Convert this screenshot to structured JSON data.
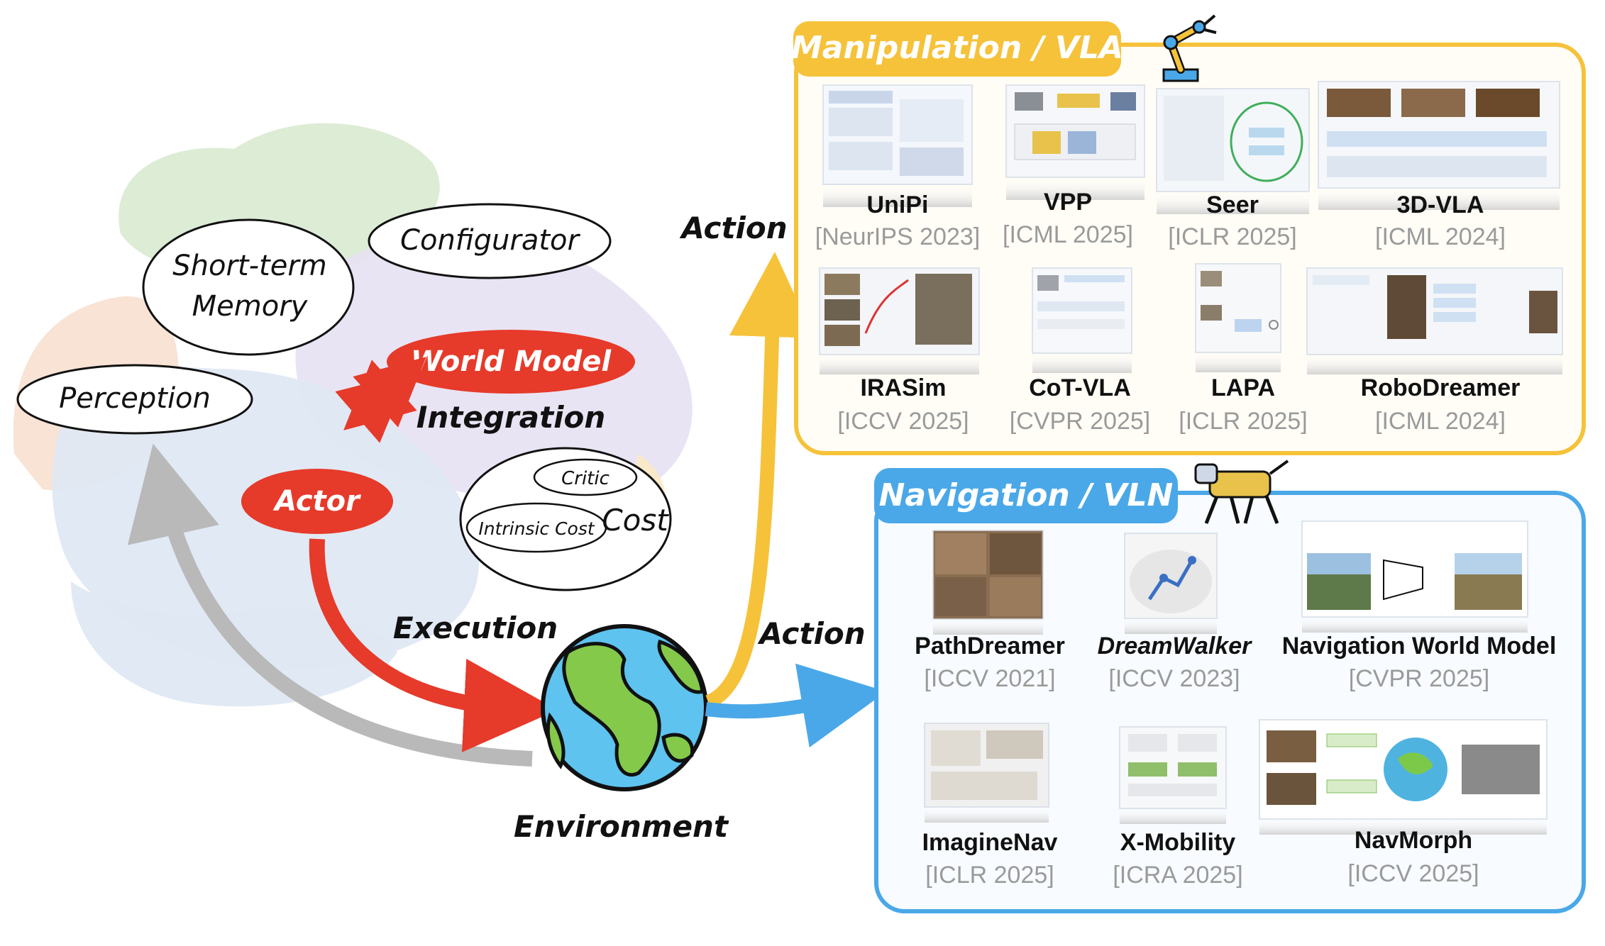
{
  "brain": {
    "perception": "Perception",
    "short_term_memory_line1": "Short-term",
    "short_term_memory_line2": "Memory",
    "configurator": "Configurator",
    "world_model": "World Model",
    "integration": "Integration",
    "actor": "Actor",
    "critic": "Critic",
    "intrinsic_cost": "Intrinsic Cost",
    "cost": "Cost",
    "execution": "Execution",
    "environment": "Environment"
  },
  "flows": {
    "action_top": "Action",
    "action_bottom": "Action"
  },
  "colors": {
    "red": "#e63a2a",
    "yellow": "#f5c23a",
    "blue": "#4aa8e8",
    "gray": "#b9b9b9"
  },
  "manipulation": {
    "title": "Manipulation / VLA",
    "icon": "robot-arm-icon",
    "papers": [
      {
        "name": "UniPi",
        "venue": "[NeurIPS 2023]"
      },
      {
        "name": "VPP",
        "venue": "[ICML 2025]"
      },
      {
        "name": "Seer",
        "venue": "[ICLR 2025]"
      },
      {
        "name": "3D-VLA",
        "venue": "[ICML 2024]"
      },
      {
        "name": "IRASim",
        "venue": "[ICCV 2025]"
      },
      {
        "name": "CoT-VLA",
        "venue": "[CVPR 2025]"
      },
      {
        "name": "LAPA",
        "venue": "[ICLR 2025]"
      },
      {
        "name": "RoboDreamer",
        "venue": "[ICML 2024]"
      }
    ]
  },
  "navigation": {
    "title": "Navigation / VLN",
    "icon": "robot-dog-icon",
    "papers": [
      {
        "name": "PathDreamer",
        "venue": "[ICCV 2021]"
      },
      {
        "name": "DreamWalker",
        "venue": "[ICCV 2023]"
      },
      {
        "name": "Navigation World Model",
        "venue": "[CVPR 2025]"
      },
      {
        "name": "ImagineNav",
        "venue": "[ICLR 2025]"
      },
      {
        "name": "X-Mobility",
        "venue": "[ICRA 2025]"
      },
      {
        "name": "NavMorph",
        "venue": "[ICCV 2025]"
      }
    ]
  }
}
